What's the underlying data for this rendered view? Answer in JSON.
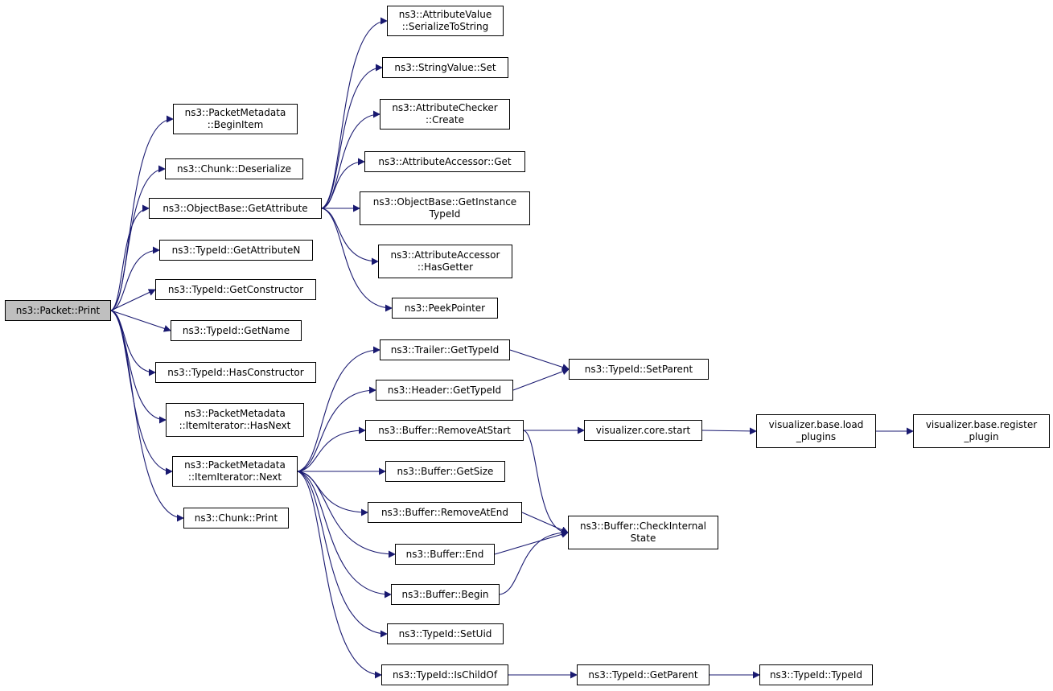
{
  "colors": {
    "edge": "#191970",
    "root_fill": "#bfbfbf",
    "node_fill": "#ffffff",
    "node_border": "#000000"
  },
  "nodes": {
    "packet_print": "ns3::Packet::Print",
    "serialize_to_string": "ns3::AttributeValue\n::SerializeToString",
    "string_value_set": "ns3::StringValue::Set",
    "begin_item": "ns3::PacketMetadata\n::BeginItem",
    "attribute_checker_create": "ns3::AttributeChecker\n::Create",
    "chunk_deserialize": "ns3::Chunk::Deserialize",
    "attribute_accessor_get": "ns3::AttributeAccessor::Get",
    "get_attribute": "ns3::ObjectBase::GetAttribute",
    "get_instance_typeid": "ns3::ObjectBase::GetInstance\nTypeId",
    "get_attribute_n": "ns3::TypeId::GetAttributeN",
    "has_getter": "ns3::AttributeAccessor\n::HasGetter",
    "get_constructor": "ns3::TypeId::GetConstructor",
    "peek_pointer": "ns3::PeekPointer",
    "get_name": "ns3::TypeId::GetName",
    "trailer_get_typeid": "ns3::Trailer::GetTypeId",
    "set_parent": "ns3::TypeId::SetParent",
    "has_constructor": "ns3::TypeId::HasConstructor",
    "header_get_typeid": "ns3::Header::GetTypeId",
    "has_next": "ns3::PacketMetadata\n::ItemIterator::HasNext",
    "remove_at_start": "ns3::Buffer::RemoveAtStart",
    "core_start": "visualizer.core.start",
    "load_plugins": "visualizer.base.load\n_plugins",
    "register_plugin": "visualizer.base.register\n_plugin",
    "item_iterator_next": "ns3::PacketMetadata\n::ItemIterator::Next",
    "buffer_get_size": "ns3::Buffer::GetSize",
    "remove_at_end": "ns3::Buffer::RemoveAtEnd",
    "chunk_print": "ns3::Chunk::Print",
    "check_internal_state": "ns3::Buffer::CheckInternal\nState",
    "buffer_end": "ns3::Buffer::End",
    "buffer_begin": "ns3::Buffer::Begin",
    "set_uid": "ns3::TypeId::SetUid",
    "is_child_of": "ns3::TypeId::IsChildOf",
    "get_parent": "ns3::TypeId::GetParent",
    "typeid_typeid": "ns3::TypeId::TypeId"
  },
  "edges": [
    [
      "packet_print",
      "begin_item"
    ],
    [
      "packet_print",
      "chunk_deserialize"
    ],
    [
      "packet_print",
      "get_attribute"
    ],
    [
      "packet_print",
      "get_attribute_n"
    ],
    [
      "packet_print",
      "get_constructor"
    ],
    [
      "packet_print",
      "get_name"
    ],
    [
      "packet_print",
      "has_constructor"
    ],
    [
      "packet_print",
      "has_next"
    ],
    [
      "packet_print",
      "item_iterator_next"
    ],
    [
      "packet_print",
      "chunk_print"
    ],
    [
      "get_attribute",
      "serialize_to_string"
    ],
    [
      "get_attribute",
      "string_value_set"
    ],
    [
      "get_attribute",
      "attribute_checker_create"
    ],
    [
      "get_attribute",
      "attribute_accessor_get"
    ],
    [
      "get_attribute",
      "get_instance_typeid"
    ],
    [
      "get_attribute",
      "has_getter"
    ],
    [
      "get_attribute",
      "peek_pointer"
    ],
    [
      "item_iterator_next",
      "trailer_get_typeid"
    ],
    [
      "item_iterator_next",
      "header_get_typeid"
    ],
    [
      "item_iterator_next",
      "remove_at_start"
    ],
    [
      "item_iterator_next",
      "buffer_get_size"
    ],
    [
      "item_iterator_next",
      "remove_at_end"
    ],
    [
      "item_iterator_next",
      "buffer_end"
    ],
    [
      "item_iterator_next",
      "buffer_begin"
    ],
    [
      "item_iterator_next",
      "set_uid"
    ],
    [
      "item_iterator_next",
      "is_child_of"
    ],
    [
      "trailer_get_typeid",
      "set_parent"
    ],
    [
      "header_get_typeid",
      "set_parent"
    ],
    [
      "remove_at_start",
      "core_start"
    ],
    [
      "remove_at_start",
      "check_internal_state"
    ],
    [
      "core_start",
      "load_plugins"
    ],
    [
      "load_plugins",
      "register_plugin"
    ],
    [
      "remove_at_end",
      "check_internal_state"
    ],
    [
      "buffer_end",
      "check_internal_state"
    ],
    [
      "buffer_begin",
      "check_internal_state"
    ],
    [
      "is_child_of",
      "get_parent"
    ],
    [
      "get_parent",
      "typeid_typeid"
    ]
  ]
}
